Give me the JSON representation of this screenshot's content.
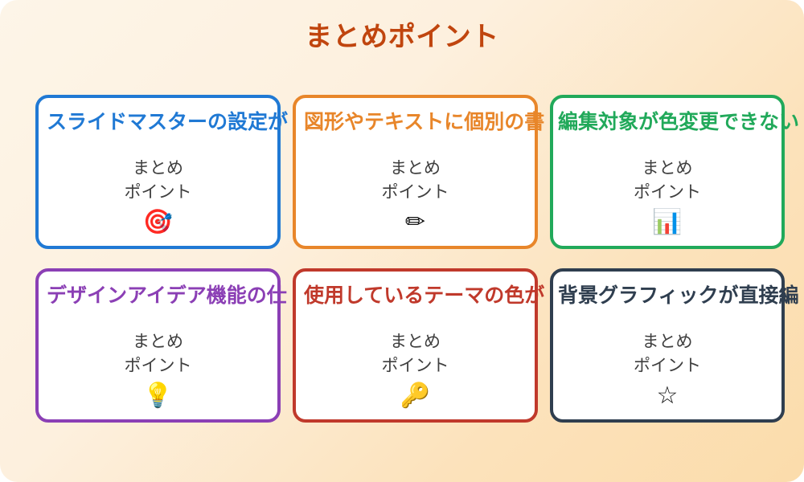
{
  "slide": {
    "title": "まとめポイント",
    "title_color": "#c0450e",
    "background_from": "#fdf5e8",
    "background_to": "#fbdcab"
  },
  "cards": [
    {
      "title": "スライドマスターの設定が",
      "body": "まとめ\nポイント",
      "icon": "target-dart-icon",
      "icon_glyph": "🎯",
      "color": "#2079d4",
      "row": 1,
      "column": 1
    },
    {
      "title": "図形やテキストに個別の書",
      "body": "まとめ\nポイント",
      "icon": "pencil-icon",
      "icon_glyph": "✏",
      "color": "#e8862a",
      "row": 1,
      "column": 2
    },
    {
      "title": "編集対象が色変更できない",
      "body": "まとめ\nポイント",
      "icon": "bar-chart-icon",
      "icon_glyph": "📊",
      "color": "#21a95a",
      "row": 1,
      "column": 3
    },
    {
      "title": "デザインアイデア機能の仕",
      "body": "まとめ\nポイント",
      "icon": "light-bulb-icon",
      "icon_glyph": "💡",
      "color": "#8b3fb5",
      "row": 2,
      "column": 1
    },
    {
      "title": "使用しているテーマの色が",
      "body": "まとめ\nポイント",
      "icon": "key-icon",
      "icon_glyph": "🔑",
      "color": "#c0392b",
      "row": 2,
      "column": 2
    },
    {
      "title": "背景グラフィックが直接編",
      "body": "まとめ\nポイント",
      "icon": "star-icon",
      "icon_glyph": "☆",
      "color": "#2f3e4f",
      "row": 2,
      "column": 3
    }
  ]
}
